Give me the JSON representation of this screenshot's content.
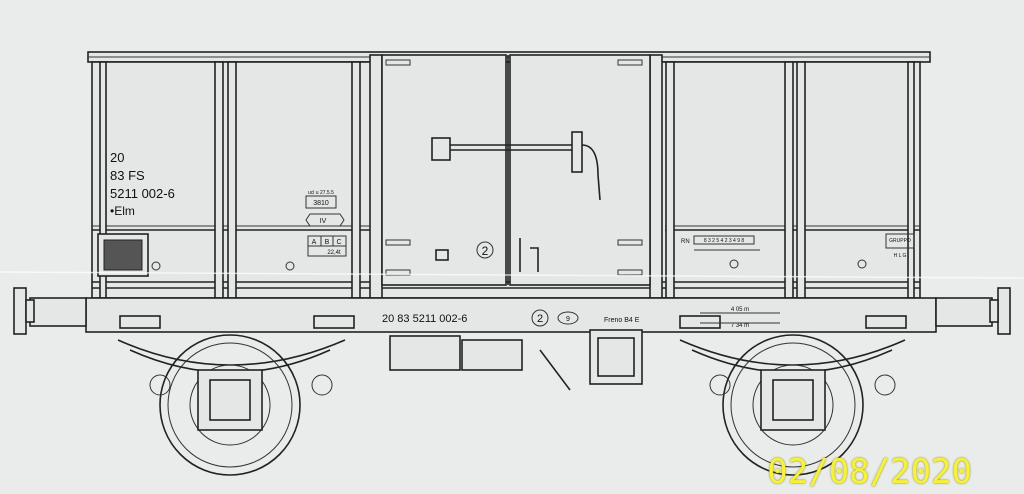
{
  "wagon": {
    "marking": {
      "line1": "20",
      "line2": "83 FS",
      "line3": "5211 002-6",
      "line4": "•Elm"
    },
    "small_text": {
      "date_label": "ucl u 27.5.5",
      "box_text": "3810",
      "tare_box": "IV",
      "abc_a": "A",
      "abc_b": "B",
      "abc_c": "C",
      "abc_value": "22,4t",
      "rn_label": "RN",
      "rn_digits": "8 3 2 5 4 2 3 4 9 8",
      "center_number": "2",
      "frame_number": "20 83 5211 002-6",
      "frame_circle": "2",
      "frame_circle_small": "9",
      "freno": "Freno B4 E",
      "dim1": "4 05 m",
      "dim2": "7 34 m",
      "right_box": "GRUPPO",
      "right_box2": "H L G"
    }
  },
  "photo_date": "02/08/2020",
  "colors": {
    "paper": "#e9ecea",
    "ink": "#222222",
    "stamp": "#f6f23a"
  }
}
